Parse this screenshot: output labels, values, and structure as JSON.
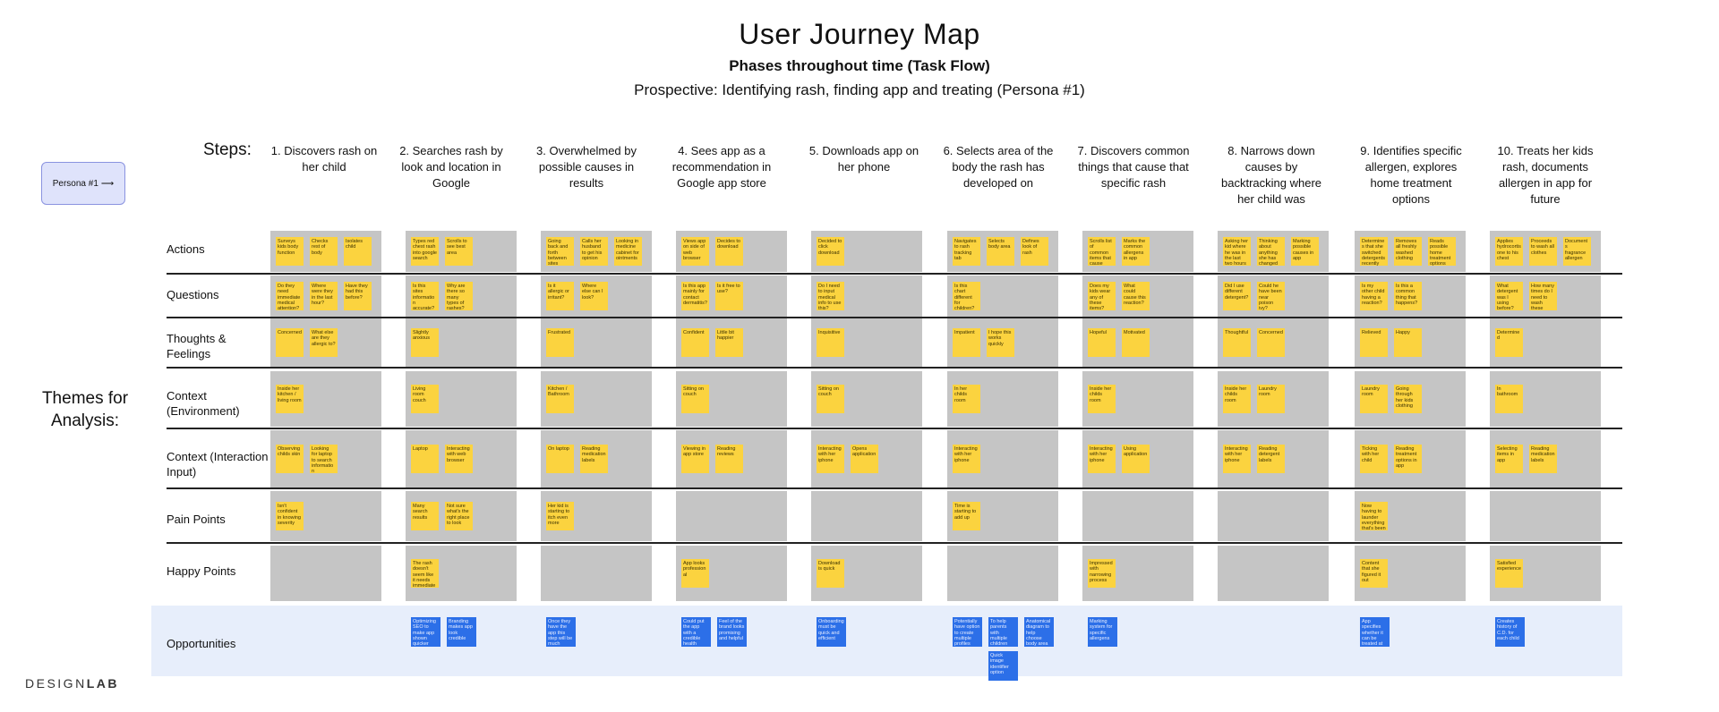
{
  "header": {
    "title": "User Journey Map",
    "subtitle": "Phases throughout time (Task Flow)",
    "description": "Prospective: Identifying rash, finding app and treating (Persona #1)"
  },
  "steps_label": "Steps:",
  "persona_label": "Persona #1",
  "persona_arrow": "⟶",
  "themes_label": "Themes for Analysis:",
  "logo": {
    "design": "DESIGN",
    "lab": "LAB"
  },
  "colors": {
    "sticky_yellow": "#fbd33f",
    "sticky_blue": "#2c6fe8",
    "cell_gray": "#c5c5c5",
    "band": "#e7eefb"
  },
  "steps": [
    "1. Discovers rash on her child",
    "2. Searches rash by look and location in Google",
    "3. Overwhelmed by possible causes in results",
    "4. Sees app as a recommendation in Google app store",
    "5. Downloads app on her phone",
    "6. Selects area of the body the rash has developed on",
    "7. Discovers common things that cause that specific rash",
    "8. Narrows down causes by backtracking where her child was",
    "9. Identifies specific allergen, explores home treatment options",
    "10. Treats her kids rash, documents allergen in app for future"
  ],
  "rows": [
    "Actions",
    "Questions",
    "Thoughts & Feelings",
    "Context (Environment)",
    "Context (Interaction Input)",
    "Pain Points",
    "Happy Points",
    "Opportunities"
  ],
  "notes": {
    "actions": [
      [
        "Surveys kids body function",
        "Checks rest of body",
        "Isolates child"
      ],
      [
        "Types red chest rash into google search",
        "Scrolls to see best area"
      ],
      [
        "Going back and forth between sites",
        "Calls her husband to get his opinion",
        "Looking in medicine cabinet for ointments"
      ],
      [
        "Views app on side of web browser",
        "Decides to download"
      ],
      [
        "Decided to click download"
      ],
      [
        "Navigates to rash tracking tab",
        "Selects body area",
        "Defines look of rash"
      ],
      [
        "Scrolls list of common items that cause reaction in that area",
        "Marks the common allergens in app"
      ],
      [
        "Asking her kid where he was in the last two hours",
        "Thinking about anything she has changed",
        "Marking possible causes in app"
      ],
      [
        "Determines that she switched detergents recently",
        "Removes all freshly washed clothing",
        "Reads possible home treatment options"
      ],
      [
        "Applies hydrocortisone to his chest",
        "Proceeds to wash all clothes",
        "Documents fragrance allergen"
      ]
    ],
    "questions": [
      [
        "Do they need immediate medical attention?",
        "Where were they in the last hour?",
        "Have they had this before?"
      ],
      [
        "Is this sites information accurate?",
        "Why are there so many types of rashes?"
      ],
      [
        "Is it allergic or irritant?",
        "Where else can I look?"
      ],
      [
        "Is this app mainly for contact dermatitis?",
        "Is it free to use?"
      ],
      [
        "Do I need to input medical info to use this?"
      ],
      [
        "Is this chart different for children?"
      ],
      [
        "Does my kids wear any of these items?",
        "What could cause this reaction?"
      ],
      [
        "Did I use different detergent?",
        "Could he have been near poison ivy?"
      ],
      [
        "Is my other child having a reaction?",
        "Is this a common thing that happens?"
      ],
      [
        "What detergent was I using before?",
        "How many times do I need to wash these clothes"
      ]
    ],
    "thoughts": [
      [
        "Concerned",
        "What else are they allergic to?"
      ],
      [
        "Slightly anxious"
      ],
      [
        "Frustrated"
      ],
      [
        "Confident",
        "Little bit happier"
      ],
      [
        "Inquisitive"
      ],
      [
        "Impatient",
        "I hope this works quickly"
      ],
      [
        "Hopeful",
        "Motivated"
      ],
      [
        "Thoughtful",
        "Concerned"
      ],
      [
        "Relieved",
        "Happy"
      ],
      [
        "Determined"
      ]
    ],
    "environment": [
      [
        "Inside her kitchen / living room"
      ],
      [
        "Living room couch"
      ],
      [
        "Kitchen / Bathroom"
      ],
      [
        "Sitting on couch"
      ],
      [
        "Sitting on couch"
      ],
      [
        "In her childs room"
      ],
      [
        "Inside her childs room"
      ],
      [
        "Inside her childs room",
        "Laundry room"
      ],
      [
        "Laundry room",
        "Going through her kids clothing"
      ],
      [
        "In bathroom"
      ]
    ],
    "interaction": [
      [
        "Observing childs skin",
        "Looking for laptop to search information"
      ],
      [
        "Laptop",
        "Interacting with web browser"
      ],
      [
        "On laptop",
        "Reading medication labels"
      ],
      [
        "Viewing in app store",
        "Reading reviews"
      ],
      [
        "Interacting with her iphone",
        "Opens application"
      ],
      [
        "Interacting with her iphone"
      ],
      [
        "Interacting with her iphone",
        "Using application"
      ],
      [
        "Interacting with her iphone",
        "Reading detergent labels"
      ],
      [
        "Ticking with her child",
        "Reading treatment options in app"
      ],
      [
        "Selecting items in app",
        "Reading medication labels"
      ]
    ],
    "pain": [
      [
        "Isn't confident in knowing severity"
      ],
      [
        "Many search results",
        "Not sure what's the right place to look"
      ],
      [
        "Her kid is starting to itch even more"
      ],
      [],
      [],
      [
        "Time is starting to add up"
      ],
      [],
      [],
      [
        "Now having to launder everything that's been washed"
      ],
      []
    ],
    "happy": [
      [],
      [
        "The rash doesn't seem like it needs immediate attention"
      ],
      [],
      [
        "App looks professional"
      ],
      [
        "Download is quick"
      ],
      [],
      [
        "Impressed with narrowing process"
      ],
      [],
      [
        "Content that she figured it out"
      ],
      [
        "Satisfied experience"
      ]
    ],
    "opportunities": [
      [],
      [
        "Optimizing SEO to make app shown quicker",
        "Branding makes app look credible"
      ],
      [
        "Once they have the app this step will be much smoother"
      ],
      [
        "Could put the app with a credible health website",
        "Feel of the brand looks promising and helpful"
      ],
      [
        "Onboarding must be quick and efficient"
      ],
      [
        "Potentially have option to create multiple profiles",
        "To help parents with multiple children",
        "Anatomical diagram to help choose body area",
        "Quick image identifier option"
      ],
      [
        "Marking system for specific allergens"
      ],
      [],
      [
        "App specifies whether it can be treated at home or not"
      ],
      [
        "Creates history of C.D. for each child"
      ]
    ]
  }
}
